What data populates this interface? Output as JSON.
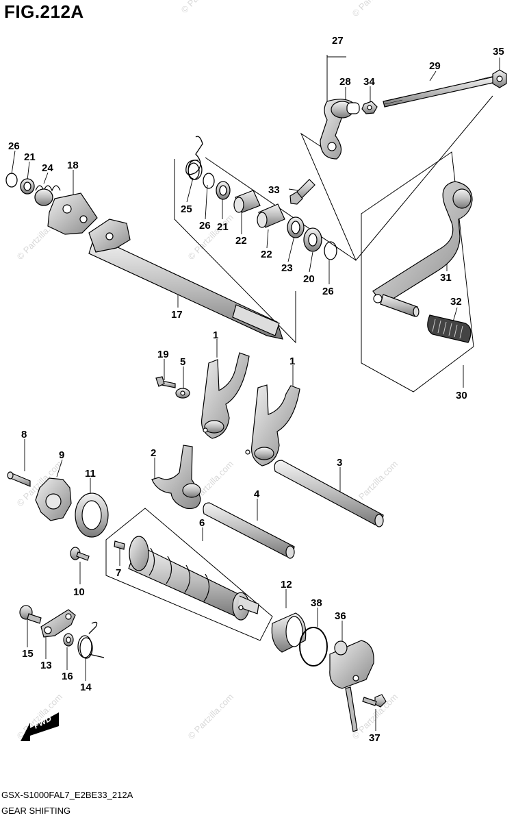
{
  "figure": {
    "title": "FIG.212A",
    "model_code": "GSX-S1000FAL7_E2BE33_212A",
    "section_name": "GEAR SHIFTING",
    "fwd_label": "FWD",
    "watermark": "© Partzilla.com"
  },
  "callouts": [
    "1",
    "1",
    "2",
    "3",
    "4",
    "5",
    "6",
    "7",
    "8",
    "9",
    "10",
    "11",
    "12",
    "13",
    "14",
    "15",
    "16",
    "17",
    "18",
    "19",
    "20",
    "21",
    "21",
    "22",
    "22",
    "23",
    "24",
    "25",
    "26",
    "26",
    "26",
    "27",
    "28",
    "29",
    "30",
    "31",
    "32",
    "33",
    "34",
    "35",
    "36",
    "37",
    "38"
  ]
}
